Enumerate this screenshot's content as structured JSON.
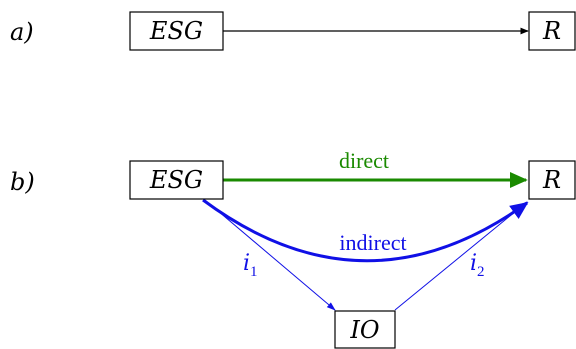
{
  "colors": {
    "plain": "#000000",
    "direct": "#1a8a00",
    "indirect": "#1010e6"
  },
  "panels": {
    "a": {
      "label": "a)",
      "source_node": "ESG",
      "target_node": "R"
    },
    "b": {
      "label": "b)",
      "source_node": "ESG",
      "target_node": "R",
      "mediator_node": "IO",
      "direct_label": "direct",
      "indirect_label": "indirect",
      "path1": {
        "base": "i",
        "index": "1"
      },
      "path2": {
        "base": "i",
        "index": "2"
      }
    }
  }
}
